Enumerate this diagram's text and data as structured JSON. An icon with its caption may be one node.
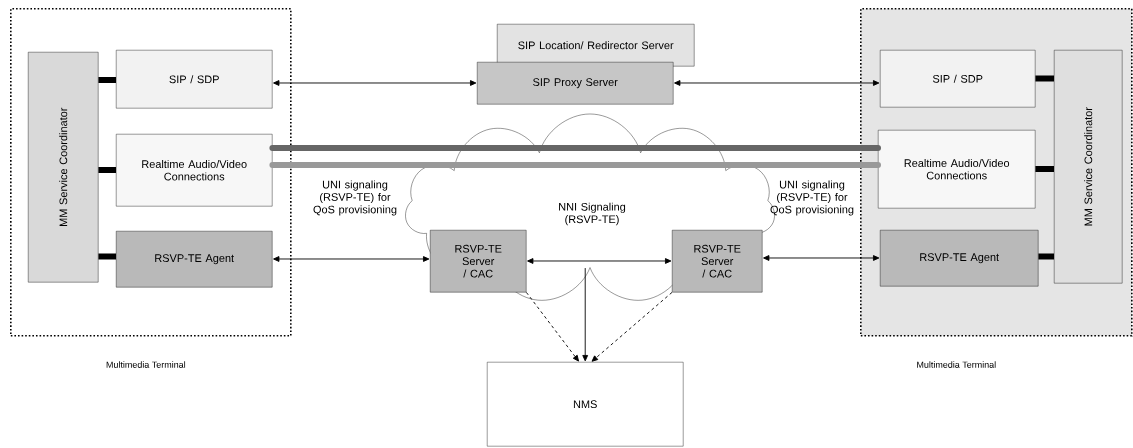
{
  "diagram": {
    "nodes": [
      {
        "text": [
          "Multimedia Terminal"
        ]
      },
      {
        "text": [
          "MM Service Coordinator"
        ],
        "in": 0
      },
      {
        "text": [
          "SIP / SDP"
        ],
        "in": 0
      },
      {
        "text": [
          "Realtime Audio/Video Connections"
        ],
        "in": 0
      },
      {
        "text": [
          "RSVP-TE Agent"
        ],
        "in": 0
      },
      {
        "text": [
          "SIP Location/ Redirector Server"
        ]
      },
      {
        "text": [
          "SIP Proxy Server"
        ]
      },
      {
        "text": [
          "NNI Signaling (RSVP-TE)"
        ]
      },
      {
        "text": [
          "RSVP-TE Server / CAC"
        ],
        "in": 7
      },
      {
        "text": [
          "RSVP-TE Server / CAC"
        ],
        "in": 7
      },
      {
        "text": [
          "NMS"
        ]
      },
      {
        "text": [
          "Multimedia Terminal"
        ]
      },
      {
        "text": [
          "SIP / SDP"
        ],
        "in": 11
      },
      {
        "text": [
          "Realtime Audio/Video Connections"
        ],
        "in": 11
      },
      {
        "text": [
          "RSVP-TE Agent"
        ],
        "in": 11
      },
      {
        "text": [
          "MM Service Coordinator"
        ],
        "in": 11
      }
    ],
    "edges": [
      {
        "from": 1,
        "to": 2,
        "arrow": "none",
        "style": "thick"
      },
      {
        "from": 1,
        "to": 3,
        "arrow": "none",
        "style": "thick"
      },
      {
        "from": 1,
        "to": 4,
        "arrow": "none",
        "style": "thick"
      },
      {
        "from": 2,
        "to": 6,
        "arrow": "both"
      },
      {
        "from": 6,
        "to": 12,
        "arrow": "both"
      },
      {
        "from": 3,
        "to": 13,
        "arrow": "none",
        "style": "thick",
        "color": "#666666"
      },
      {
        "from": 3,
        "to": 13,
        "arrow": "none",
        "style": "thick",
        "color": "#999999"
      },
      {
        "from": 4,
        "to": 8,
        "arrow": "both"
      },
      {
        "from": 8,
        "to": 9,
        "arrow": "both"
      },
      {
        "from": 9,
        "to": 14,
        "arrow": "both"
      },
      {
        "from": 7,
        "to": 10,
        "arrow": "to"
      },
      {
        "from": 8,
        "to": 10,
        "arrow": "to",
        "style": "dashed"
      },
      {
        "from": 9,
        "to": 10,
        "arrow": "to",
        "style": "dashed"
      },
      {
        "from": 15,
        "to": 12,
        "arrow": "none",
        "style": "thick"
      },
      {
        "from": 15,
        "to": 13,
        "arrow": "none",
        "style": "thick"
      },
      {
        "from": 15,
        "to": 14,
        "arrow": "none",
        "style": "thick"
      }
    ],
    "labels": [
      "UNI signaling (RSVP-TE) for QoS provisioning",
      "UNI signaling (RSVP-TE) for QoS provisioning"
    ]
  }
}
